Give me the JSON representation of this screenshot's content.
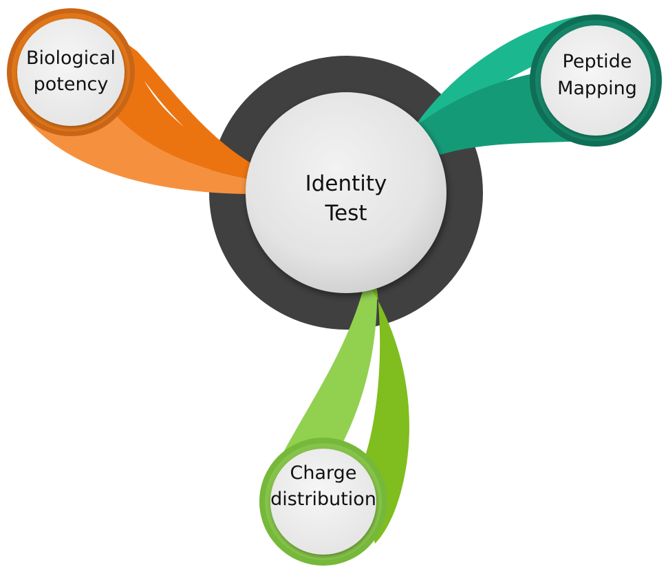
{
  "center": {
    "line1": "Identity",
    "line2": "Test"
  },
  "nodes": {
    "biological": {
      "line1": "Biological",
      "line2": "potency",
      "color_light": "#F5913E",
      "color_dark": "#EC7410",
      "ring": "#B95B10"
    },
    "peptide": {
      "line1": "Peptide",
      "line2": "Mapping",
      "color_light": "#1BB88F",
      "color_dark": "#159A78",
      "ring": "#0F6E55"
    },
    "charge": {
      "line1": "Charge",
      "line2": "distribution",
      "color_light": "#92D050",
      "color_dark": "#80BD1E",
      "ring": "#6FAE2E"
    }
  },
  "colors": {
    "hub_ring": "#404040",
    "circle_fill": "#EFEFEF"
  }
}
